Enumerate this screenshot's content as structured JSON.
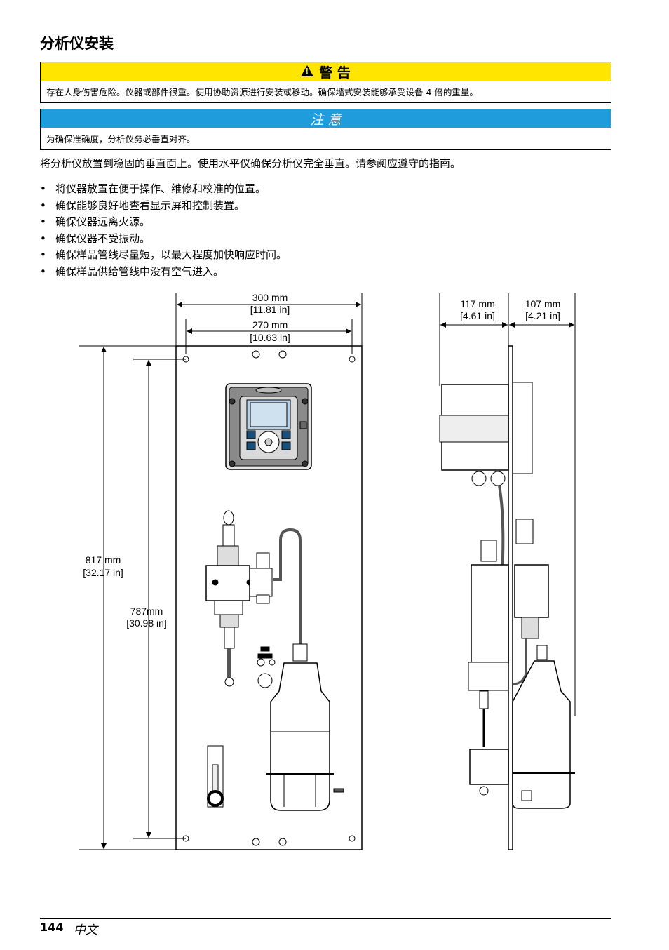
{
  "section_title": "分析仪安装",
  "warning": {
    "heading": "警 告",
    "text": "存在人身伤害危险。仪器或部件很重。使用协助资源进行安装或移动。确保墙式安装能够承受设备 4 倍的重量。"
  },
  "notice": {
    "heading": "注 意",
    "text": "为确保准确度，分析仪务必垂直对齐。"
  },
  "intro": "将分析仪放置到稳固的垂直面上。使用水平仪确保分析仪完全垂直。请参阅应遵守的指南。",
  "bullets": [
    "将仪器放置在便于操作、维修和校准的位置。",
    "确保能够良好地查看显示屏和控制装置。",
    "确保仪器远离火源。",
    "确保仪器不受振动。",
    "确保样品管线尽量短，以最大程度加快响应时间。",
    "确保样品供给管线中没有空气进入。"
  ],
  "dimensions": {
    "width_outer_mm": "300 mm",
    "width_outer_in": "[11.81 in]",
    "width_inner_mm": "270 mm",
    "width_inner_in": "[10.63 in]",
    "height_outer_mm": "817 mm",
    "height_outer_in": "[32.17 in]",
    "height_inner_mm": "787mm",
    "height_inner_in": "[30.98 in]",
    "depth_front_mm": "117 mm",
    "depth_front_in": "[4.61 in]",
    "depth_back_mm": "107 mm",
    "depth_back_in": "[4.21 in]"
  },
  "footer": {
    "page_number": "144",
    "language": "中文"
  }
}
